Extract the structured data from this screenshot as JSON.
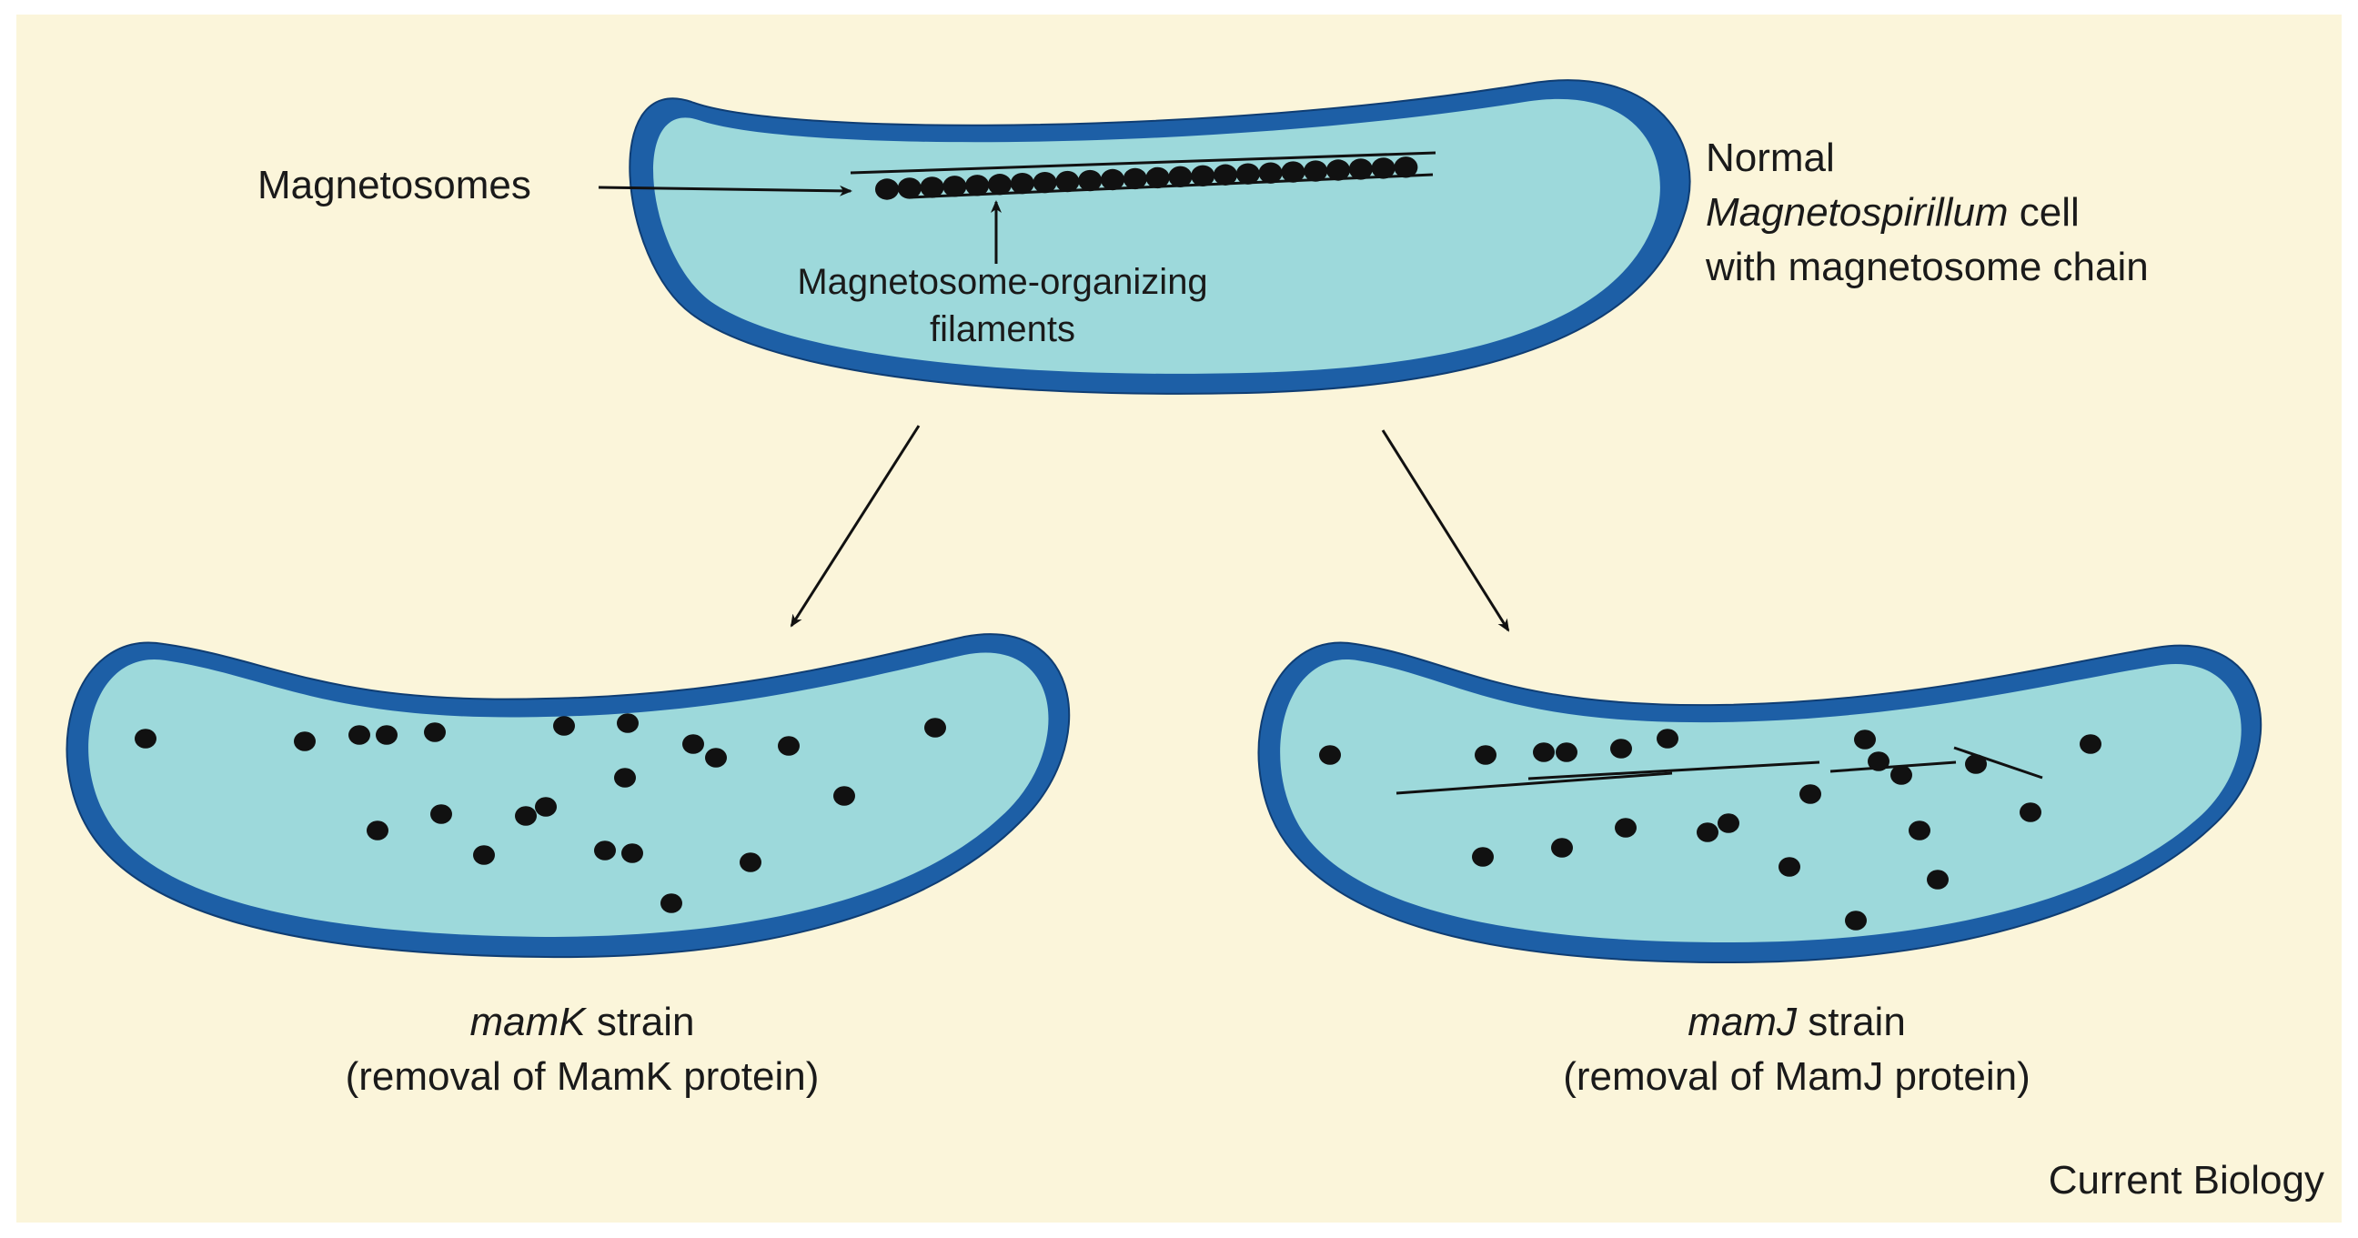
{
  "colors": {
    "background": "#fbf5da",
    "cell_wall": "#1d5fa6",
    "cytoplasm": "#9dd9db",
    "particle": "#111111"
  },
  "top_cell": {
    "label_line1": "Normal",
    "label_line2_italic": "Magnetospirillum",
    "label_line2_rest": " cell",
    "label_line3": "with magnetosome chain",
    "magnetosomes_label": "Magnetosomes",
    "filaments_label_line1": "Magnetosome-organizing",
    "filaments_label_line2": "filaments"
  },
  "left_cell": {
    "caption_italic": "mamK",
    "caption_rest": " strain",
    "caption_line2": "(removal of MamK protein)"
  },
  "right_cell": {
    "caption_italic": "mamJ",
    "caption_rest": " strain",
    "caption_line2": "(removal of MamJ protein)"
  },
  "credit": "Current Biology"
}
